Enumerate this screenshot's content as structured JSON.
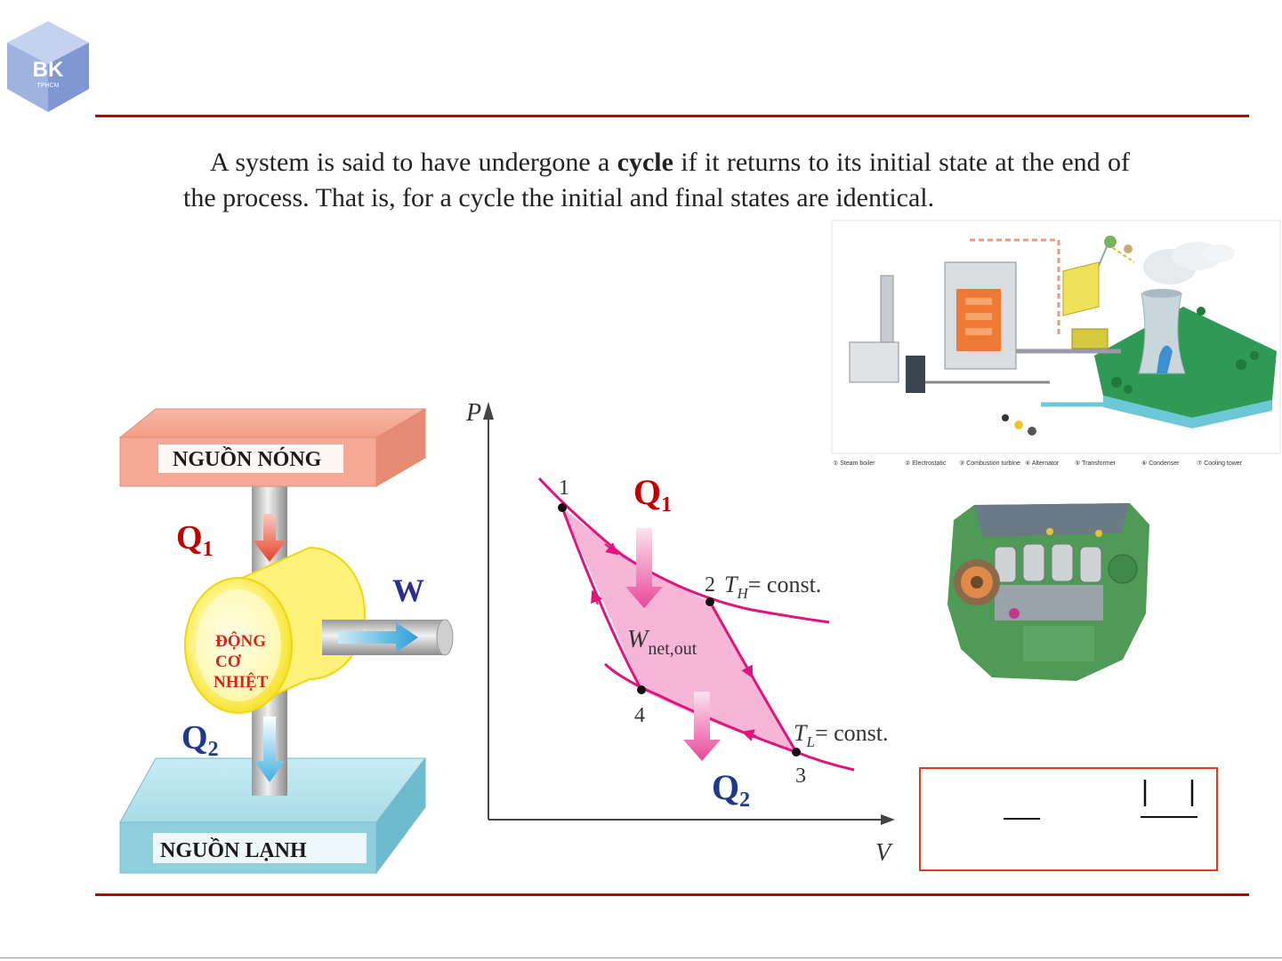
{
  "logo": {
    "text": "BK",
    "subtext": "TPHCM"
  },
  "intro": {
    "before": "A system is said to have undergone a ",
    "bold": "cycle",
    "after": " if it returns to its initial state at the end of the process. That is, for a cycle the initial and final states are identical."
  },
  "engine_diagram": {
    "hot_source": "NGUỒN NÓNG",
    "cold_source": "NGUỒN LẠNH",
    "engine_line1": "ĐỘNG",
    "engine_line2": "CƠ",
    "engine_line3": "NHIỆT",
    "q1": "Q",
    "q1_sub": "1",
    "q2": "Q",
    "q2_sub": "2",
    "work": "W"
  },
  "pv_diagram": {
    "axis_p": "P",
    "axis_v": "V",
    "points": [
      "1",
      "2",
      "3",
      "4"
    ],
    "q1": "Q",
    "q1_sub": "1",
    "q2": "Q",
    "q2_sub": "2",
    "wnet": "W",
    "wnet_sub": "net,out",
    "th_T": "T",
    "th_sub": "H",
    "th_rest": "= const.",
    "tl_T": "T",
    "tl_sub": "L",
    "tl_rest": "= const."
  },
  "power_plant_legend": [
    "① Steam boiler",
    "② Electrostatic",
    "③ Combustion turbine",
    "④ Alternator",
    "⑤ Transformer",
    "⑥ Condenser",
    "⑦ Cooling tower"
  ],
  "colors": {
    "accent_red": "#c00000",
    "box_border": "#e33a1f",
    "pv_fill": "#f6b6d8",
    "pv_line": "#e0147c"
  }
}
